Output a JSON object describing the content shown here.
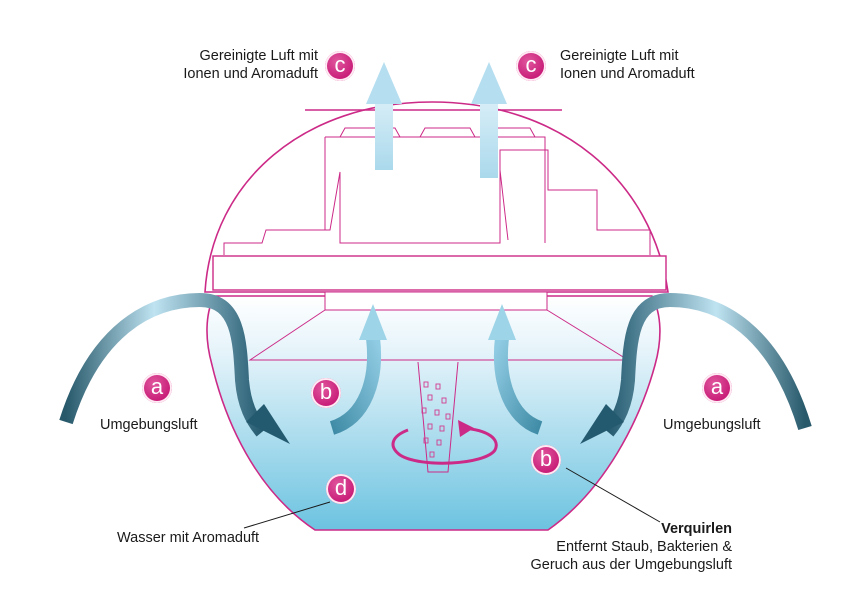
{
  "labels": {
    "clean_air_left": [
      "Gereinigte Luft mit",
      "Ionen und Aromaduft"
    ],
    "clean_air_right": [
      "Gereinigte Luft mit",
      "Ionen und Aromaduft"
    ],
    "ambient_left": "Umgebungsluft",
    "ambient_right": "Umgebungsluft",
    "water": "Wasser mit Aromaduft",
    "swirl_title": "Verquirlen",
    "swirl_desc": [
      "Entfernt Staub, Bakterien &",
      "Geruch aus der Umgebungsluft"
    ]
  },
  "badges": {
    "a": "a",
    "b": "b",
    "c": "c",
    "d": "d"
  },
  "colors": {
    "outline": "#cc2a87",
    "water_top": "#e6f5fb",
    "water_bottom": "#6cc3e0",
    "arrow_dark": "#2a5e70",
    "arrow_light": "#cfeaf5"
  }
}
